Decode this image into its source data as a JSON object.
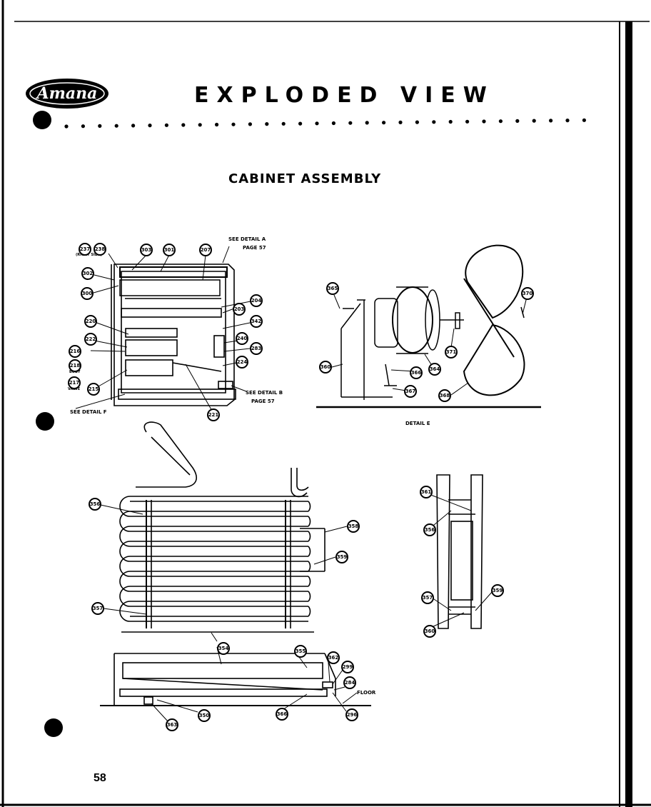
{
  "page": {
    "title": "EXPLODED VIEW",
    "subtitle": "CABINET ASSEMBLY",
    "page_number": "58",
    "brand": "Amana"
  },
  "notes": {
    "see_detail_a": "SEE DETAIL A",
    "page_57_a": "PAGE 57",
    "see_detail_b": "SEE DETAIL B",
    "page_57_b": "PAGE 57",
    "see_detail_f": "SEE DETAIL F",
    "detail_e": "DETAIL E",
    "floor": "FLOOR",
    "label_237": "(RIGHT SIDE)",
    "label_218": "BODY",
    "label_217": "VALVE"
  },
  "callouts": {
    "c237": "237",
    "c238": "238",
    "c303": "303",
    "c301": "301",
    "c207": "207",
    "c302": "302",
    "c300": "300",
    "c204": "204",
    "c203": "203",
    "c342": "342",
    "c220": "220",
    "c240": "240",
    "c222": "222",
    "c283": "283",
    "c216": "216",
    "c218": "218",
    "c217": "217",
    "c224": "224",
    "c215": "215",
    "c221": "221",
    "c365": "365",
    "c370": "370",
    "c360a": "360",
    "c371": "371",
    "c366": "366",
    "c364": "364",
    "c367": "367",
    "c368": "368",
    "c356a": "356",
    "c358": "358",
    "c359a": "359",
    "c357a": "357",
    "c354": "354",
    "c355": "355",
    "c362": "362",
    "c299": "299",
    "c284": "284",
    "c350": "350",
    "c363": "363",
    "c366b": "366",
    "c296": "296",
    "c361": "361",
    "c356b": "356",
    "c357b": "357",
    "c359b": "359",
    "c360b": "360"
  }
}
